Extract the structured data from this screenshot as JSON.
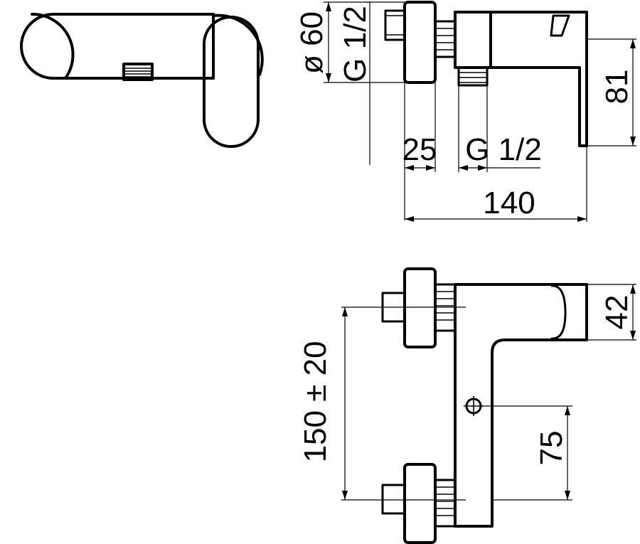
{
  "dimensions": {
    "diameter": "ø 60",
    "thread_inlet": "G 1/2",
    "depth_25": "25",
    "thread_outlet": "G 1/2",
    "width_140": "140",
    "height_81": "81",
    "height_42": "42",
    "spacing": "150 ± 20",
    "offset_75": "75"
  },
  "colors": {
    "line": "#000000",
    "background": "#ffffff"
  }
}
